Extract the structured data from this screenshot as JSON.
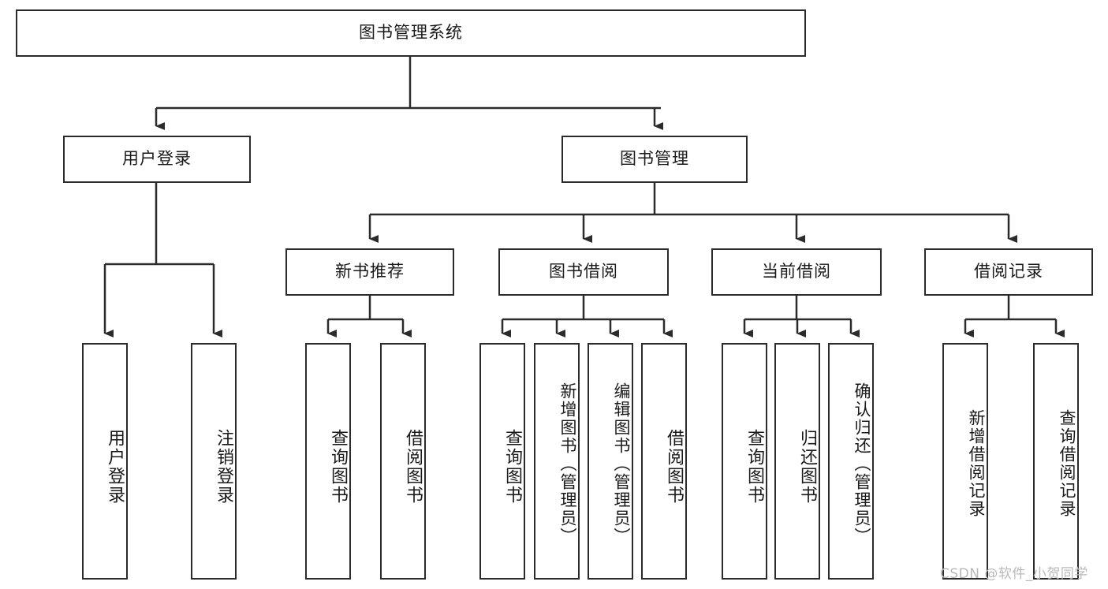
{
  "diagram": {
    "type": "tree-hierarchy",
    "title": "图书管理系统",
    "root": {
      "label": "图书管理系统"
    },
    "level2": [
      {
        "id": "user-login",
        "label": "用户登录"
      },
      {
        "id": "book-manage",
        "label": "图书管理"
      }
    ],
    "level3": [
      {
        "id": "new-book-recommend",
        "label": "新书推荐",
        "parent": "book-manage"
      },
      {
        "id": "book-borrow",
        "label": "图书借阅",
        "parent": "book-manage"
      },
      {
        "id": "current-borrow",
        "label": "当前借阅",
        "parent": "book-manage"
      },
      {
        "id": "borrow-record",
        "label": "借阅记录",
        "parent": "book-manage"
      }
    ],
    "leaves": [
      {
        "id": "leaf-user-login",
        "label": "用户登录",
        "parent": "user-login"
      },
      {
        "id": "leaf-user-logout",
        "label": "注销登录",
        "parent": "user-login"
      },
      {
        "id": "leaf-query-book-1",
        "label": "查询图书",
        "parent": "new-book-recommend"
      },
      {
        "id": "leaf-borrow-book-1",
        "label": "借阅图书",
        "parent": "new-book-recommend"
      },
      {
        "id": "leaf-query-book-2",
        "label": "查询图书",
        "parent": "book-borrow"
      },
      {
        "id": "leaf-add-book",
        "label": "新增图书（管理员）",
        "parent": "book-borrow"
      },
      {
        "id": "leaf-edit-book",
        "label": "编辑图书（管理员）",
        "parent": "book-borrow"
      },
      {
        "id": "leaf-borrow-book-2",
        "label": "借阅图书",
        "parent": "book-borrow"
      },
      {
        "id": "leaf-query-book-3",
        "label": "查询图书",
        "parent": "current-borrow"
      },
      {
        "id": "leaf-return-book",
        "label": "归还图书",
        "parent": "current-borrow"
      },
      {
        "id": "leaf-confirm-return",
        "label": "确认归还（管理员）",
        "parent": "current-borrow"
      },
      {
        "id": "leaf-add-record",
        "label": "新增借阅记录",
        "parent": "borrow-record"
      },
      {
        "id": "leaf-query-record",
        "label": "查询借阅记录",
        "parent": "borrow-record"
      }
    ],
    "colors": {
      "stroke": "#2b2b2b",
      "fill": "#ffffff",
      "text": "#1a1a1a",
      "watermark": "#b9b9b9"
    }
  },
  "watermark": {
    "text": "CSDN @软件_小贺同学"
  }
}
